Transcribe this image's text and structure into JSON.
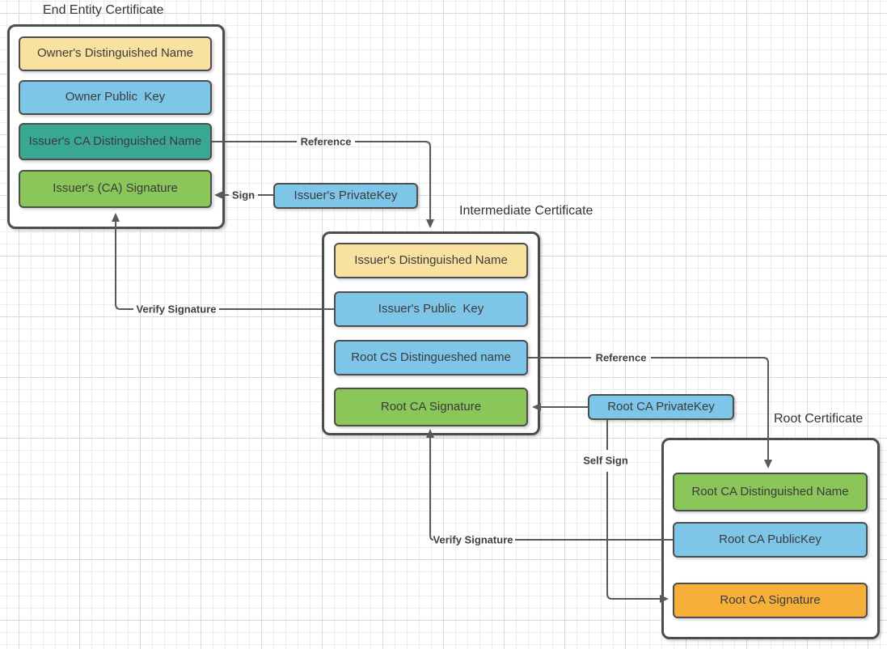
{
  "colors": {
    "field_yellow": "#F9E2A0",
    "field_blue": "#7EC6E8",
    "field_teal": "#38A893",
    "field_green": "#8AC65A",
    "field_orange": "#F6B03A",
    "shape_border": "#4D4D4D",
    "connector_line": "#595959",
    "shape_text": "#3B3B3B",
    "grid_minor": "#ECECEC",
    "grid_major": "#D9D9D9"
  },
  "certificates": [
    {
      "title": "End Entity Certificate",
      "fields": [
        {
          "label": "Owner's Distinguished Name",
          "color": "yellow"
        },
        {
          "label": "Owner Public  Key",
          "color": "blue"
        },
        {
          "label": "Issuer's CA Distinguished Name",
          "color": "teal"
        },
        {
          "label": "Issuer's (CA) Signature",
          "color": "green"
        }
      ]
    },
    {
      "title": "Intermediate Certificate",
      "fields": [
        {
          "label": "Issuer's Distinguished Name",
          "color": "yellow"
        },
        {
          "label": "Issuer's Public  Key",
          "color": "blue"
        },
        {
          "label": "Root CS Distingueshed name",
          "color": "blue"
        },
        {
          "label": "Root CA Signature",
          "color": "green"
        }
      ]
    },
    {
      "title": "Root Certificate",
      "fields": [
        {
          "label": "Root CA Distinguished Name",
          "color": "green"
        },
        {
          "label": "Root CA PublicKey",
          "color": "blue"
        },
        {
          "label": "Root CA Signature",
          "color": "orange"
        }
      ]
    }
  ],
  "key_shapes": [
    {
      "label": "Issuer's PrivateKey",
      "color": "blue"
    },
    {
      "label": "Root CA PrivateKey",
      "color": "blue"
    }
  ],
  "connector_labels": [
    {
      "id": "reference-top",
      "label": "Reference"
    },
    {
      "id": "sign",
      "label": "Sign"
    },
    {
      "id": "verify-signature-left",
      "label": "Verify Signature"
    },
    {
      "id": "reference-right",
      "label": "Reference"
    },
    {
      "id": "self-sign",
      "label": "Self Sign"
    },
    {
      "id": "verify-signature-bottom",
      "label": "Verify Signature"
    }
  ]
}
